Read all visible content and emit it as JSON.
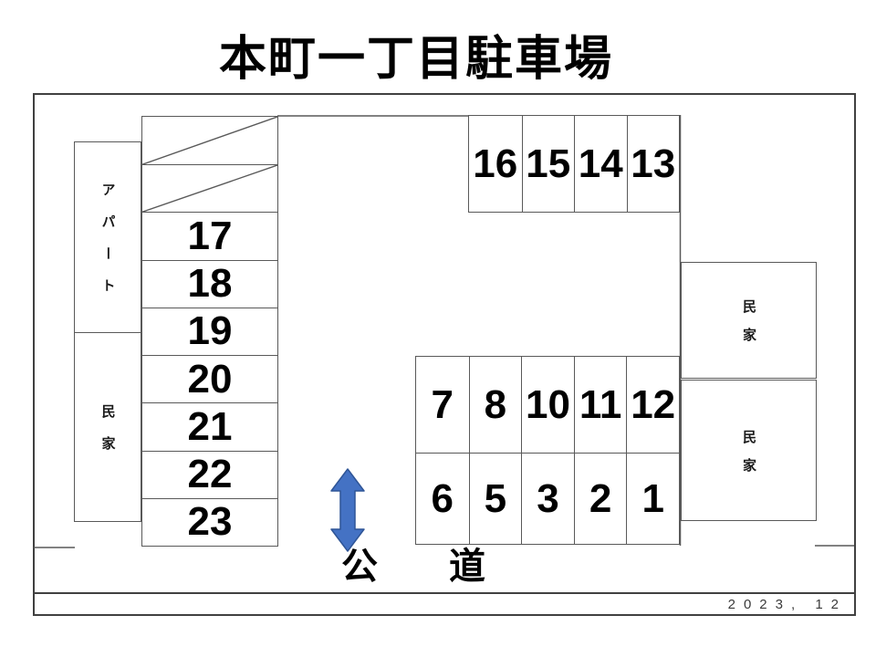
{
  "title": "本町一丁目駐車場",
  "footer": {
    "date": "2023, 12"
  },
  "road": {
    "label_left": "公",
    "label_right": "道"
  },
  "neighbors": {
    "apartment_label": "アパート",
    "house_left_label": "民家",
    "house_right_top_label": "民家",
    "house_right_bottom_label": "民家"
  },
  "parking": {
    "left_column": {
      "blocked_cells": 2,
      "spaces": [
        "17",
        "18",
        "19",
        "20",
        "21",
        "22",
        "23"
      ]
    },
    "top_row": {
      "spaces": [
        "16",
        "15",
        "14",
        "13"
      ]
    },
    "center_block": {
      "rows": [
        [
          "7",
          "8",
          "10",
          "11",
          "12"
        ],
        [
          "6",
          "5",
          "3",
          "2",
          "1"
        ]
      ]
    }
  },
  "colors": {
    "line": "#595959",
    "outer_line": "#404040",
    "arrow_fill": "#4472C4",
    "arrow_stroke": "#2F5597"
  }
}
